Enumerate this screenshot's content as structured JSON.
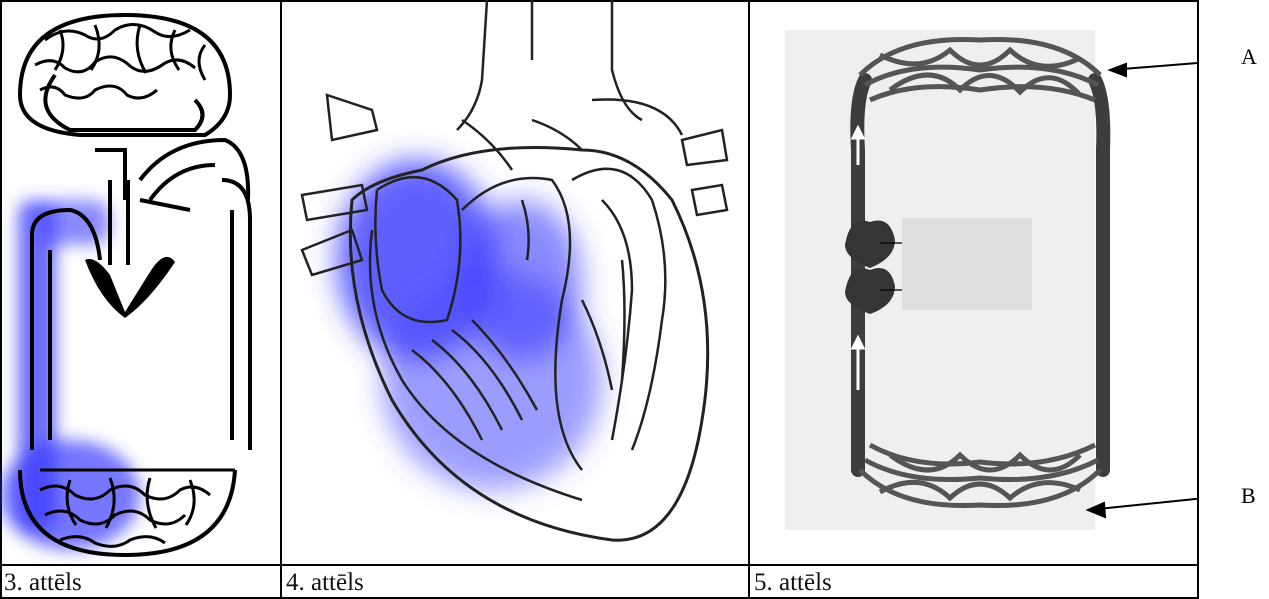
{
  "figures": [
    {
      "caption": "3. attēls",
      "illustration": "circulation-schematic"
    },
    {
      "caption": "4. attēls",
      "illustration": "heart-cross-section"
    },
    {
      "caption": "5. attēls",
      "illustration": "capillary-loop-model"
    }
  ],
  "annotations": {
    "label_a": "A",
    "label_b": "B"
  },
  "colors": {
    "highlight": "#3a3aff",
    "vessel": "#3d3d3d",
    "panel_bg": "#efefef"
  }
}
